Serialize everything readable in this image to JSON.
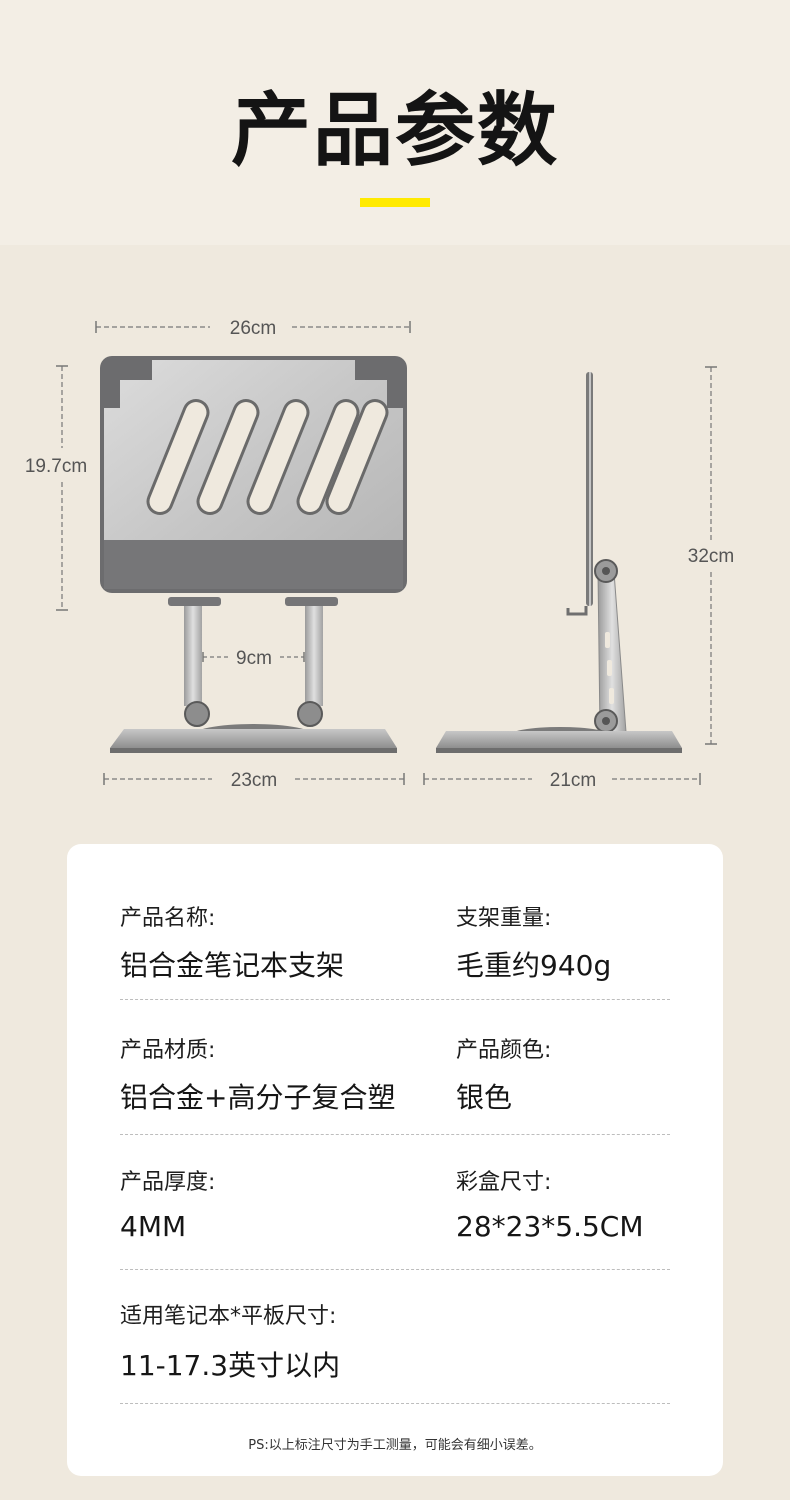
{
  "title": "产品参数",
  "dimensions": {
    "stand_width": "26cm",
    "stand_height": "19.7cm",
    "column_gap": "9cm",
    "base_width": "23cm",
    "depth": "21cm",
    "total_height": "32cm"
  },
  "specs": [
    {
      "label": "产品名称:",
      "value": "铝合金笔记本支架"
    },
    {
      "label": "支架重量:",
      "value": "毛重约940g"
    },
    {
      "label": "产品材质:",
      "value": "铝合金+高分子复合塑"
    },
    {
      "label": "产品颜色:",
      "value": "银色"
    },
    {
      "label": "产品厚度:",
      "value": "4MM"
    },
    {
      "label": "彩盒尺寸:",
      "value": "28*23*5.5CM"
    },
    {
      "label": "适用笔记本*平板尺寸:",
      "value": "11-17.3英寸以内"
    }
  ],
  "note": "PS:以上标注尺寸为手工测量，可能会有细小误差。",
  "colors": {
    "accent": "#ffea00",
    "background": "#efe9de",
    "card": "#ffffff"
  }
}
